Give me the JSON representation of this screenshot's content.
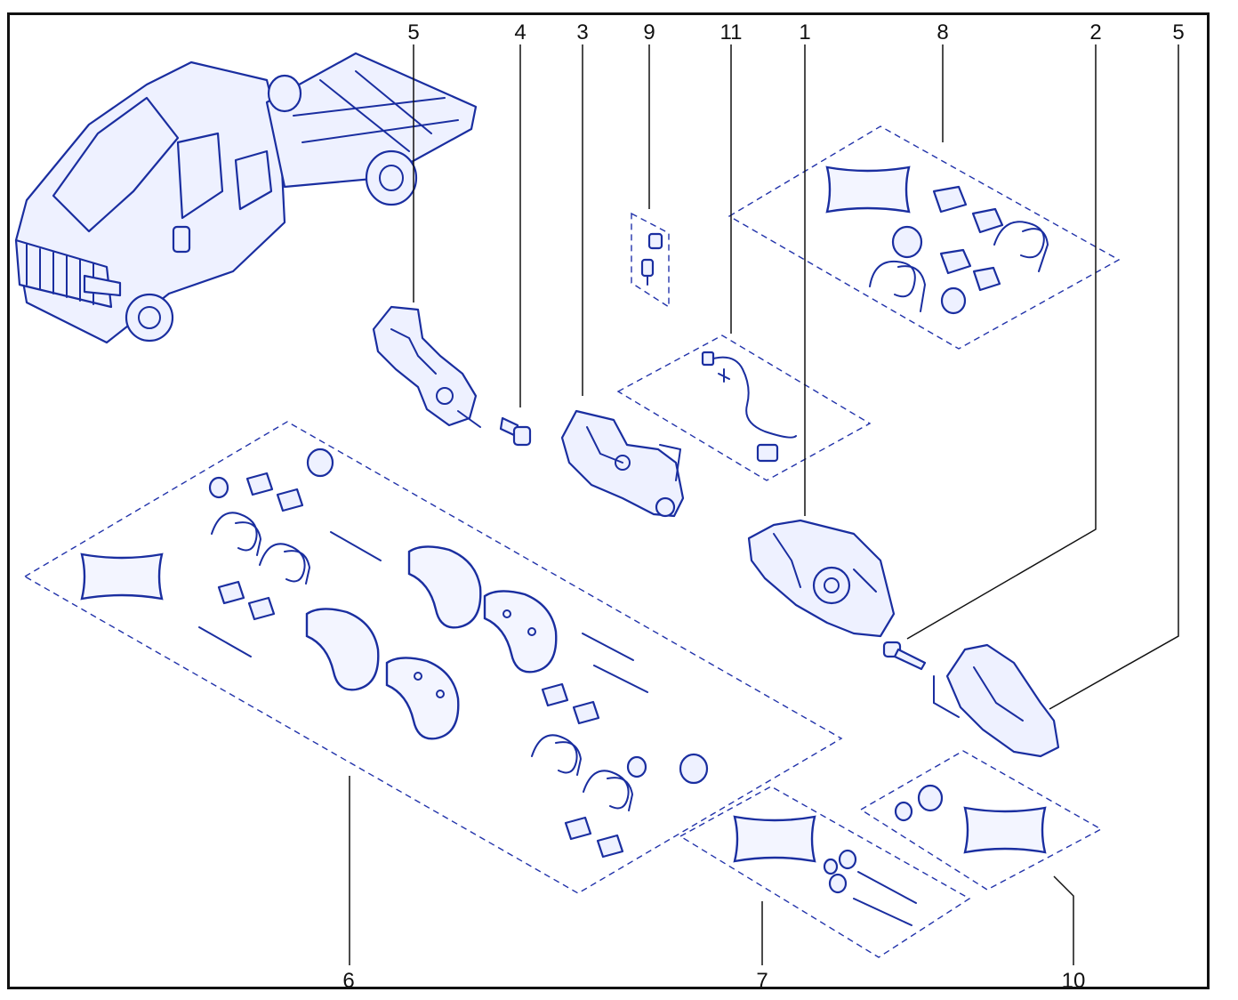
{
  "diagram": {
    "accent_color": "#1a2ea0",
    "callouts": [
      {
        "id": "c5a",
        "label": "5"
      },
      {
        "id": "c4",
        "label": "4"
      },
      {
        "id": "c3",
        "label": "3"
      },
      {
        "id": "c9",
        "label": "9"
      },
      {
        "id": "c11",
        "label": "11"
      },
      {
        "id": "c1",
        "label": "1"
      },
      {
        "id": "c8",
        "label": "8"
      },
      {
        "id": "c2",
        "label": "2"
      },
      {
        "id": "c5b",
        "label": "5"
      },
      {
        "id": "c6",
        "label": "6"
      },
      {
        "id": "c7",
        "label": "7"
      },
      {
        "id": "c10",
        "label": "10"
      }
    ]
  }
}
